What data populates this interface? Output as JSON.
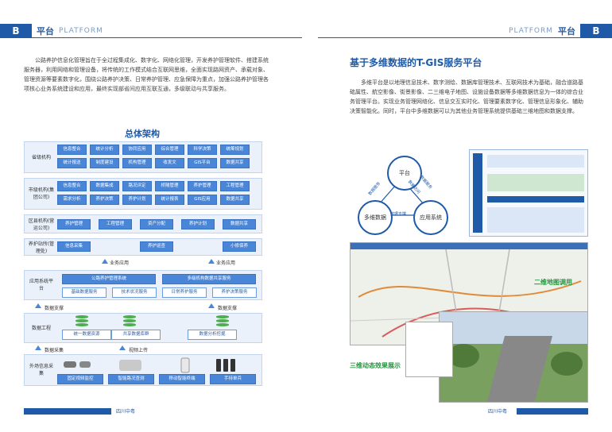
{
  "header": {
    "left_badge": "B",
    "left_title": "平台",
    "left_sub": "PLATFORM",
    "right_sub": "PLATFORM",
    "right_title": "平台",
    "right_badge": "B"
  },
  "left": {
    "intro": "公路养护信息化管理旨在于全过程集成化、数字化、网络化管理，开发养护管理软件、搭建系统服务器，利用网络和管理设备，将传统的工作模式结合互联网思维，全面实现路网资产、承载对象、管理资源等要素数字化，围绕公路养护决策、日常养护管理、应急保障为重点，加强公路养护管理各项核心业务系统建设和应用，最终实现部省间应用互联互通，多级联动与共享服务。",
    "arch_title": "总体架构",
    "rows": {
      "province": {
        "label": "省级机构",
        "chips": [
          "信息整合",
          "统计分析",
          "协同应用",
          "综合管理",
          "科学决策",
          "统筹规划",
          "统计报送",
          "制度建设",
          "机构管理",
          "收发文",
          "GIS平台",
          "数据共享"
        ]
      },
      "city": {
        "label": "市级机构(集团公司)",
        "chips": [
          "信息整合",
          "数据集成",
          "路况评定",
          "桥隧管理",
          "养护管理",
          "工程管理",
          "需求分析",
          "养护决策",
          "养护计划",
          "统计报表",
          "GIS应用",
          "数据共享"
        ]
      },
      "county": {
        "label": "区县机构(营运公司)",
        "chips": [
          "养护管理",
          "工程管理",
          "资产分配",
          "养护计划",
          "数据共享"
        ]
      },
      "station": {
        "label": "养护站所(管理处)",
        "chips": [
          "信息采集",
          "养护巡查",
          "小修保养"
        ]
      },
      "app": {
        "label": "应用系统平台",
        "top": [
          "公路养护管理系统",
          "多级机构数据共享服务"
        ],
        "bottom": [
          "基础数据服务",
          "技术状况服务",
          "日常养护服务",
          "养护决策服务"
        ]
      },
      "data": {
        "label": "数据工程",
        "chips": [
          "统一数据资源",
          "共享数据库群",
          "数据分析挖掘"
        ]
      },
      "collect": {
        "label": "外场信息采集",
        "chips": [
          "固定视频监控",
          "智能路况查测",
          "移动智能终端",
          "手持单兵"
        ]
      }
    },
    "connectors": {
      "biz_app_1": "业务应用",
      "biz_app_2": "业务应用",
      "data_support_1": "数据支撑",
      "data_support_2": "数据支撑",
      "data_collect": "数据采集",
      "video_upload": "视频上传"
    },
    "footer": "四川中粤"
  },
  "right": {
    "section_title": "基于多维数据的T-GIS服务平台",
    "intro": "多维平台是以地理信息技术、数字测绘、数据库管理技术、互联网技术为基础，融合道路基础属性、航空影像、街景影像、二三维电子地图、设施设备数据等多维数据信息为一体的综合业务管理平台。实现业务管理网络化、信息交互实时化、管理要素数字化、管理信息形象化、辅助决策智能化。同时，平台中多维数据可以为其他业务管理系统提供基础三维地图和数据支撑。",
    "cycle": {
      "top": "平台",
      "left": "多维数据",
      "right": "应用系统",
      "edge_left": "数据服务",
      "edge_right": "数据服务",
      "edge_right2": "数据访问",
      "edge_bottom": "数据支撑"
    },
    "callout_2d": "二维地图调用",
    "callout_3d": "三维动态效果展示",
    "footer": "四川中粤"
  },
  "colors": {
    "primary": "#1e5aa8",
    "chip_fill": "#4a86d8",
    "light_bg": "#eaf1fb",
    "callout": "#1e9b3c"
  }
}
